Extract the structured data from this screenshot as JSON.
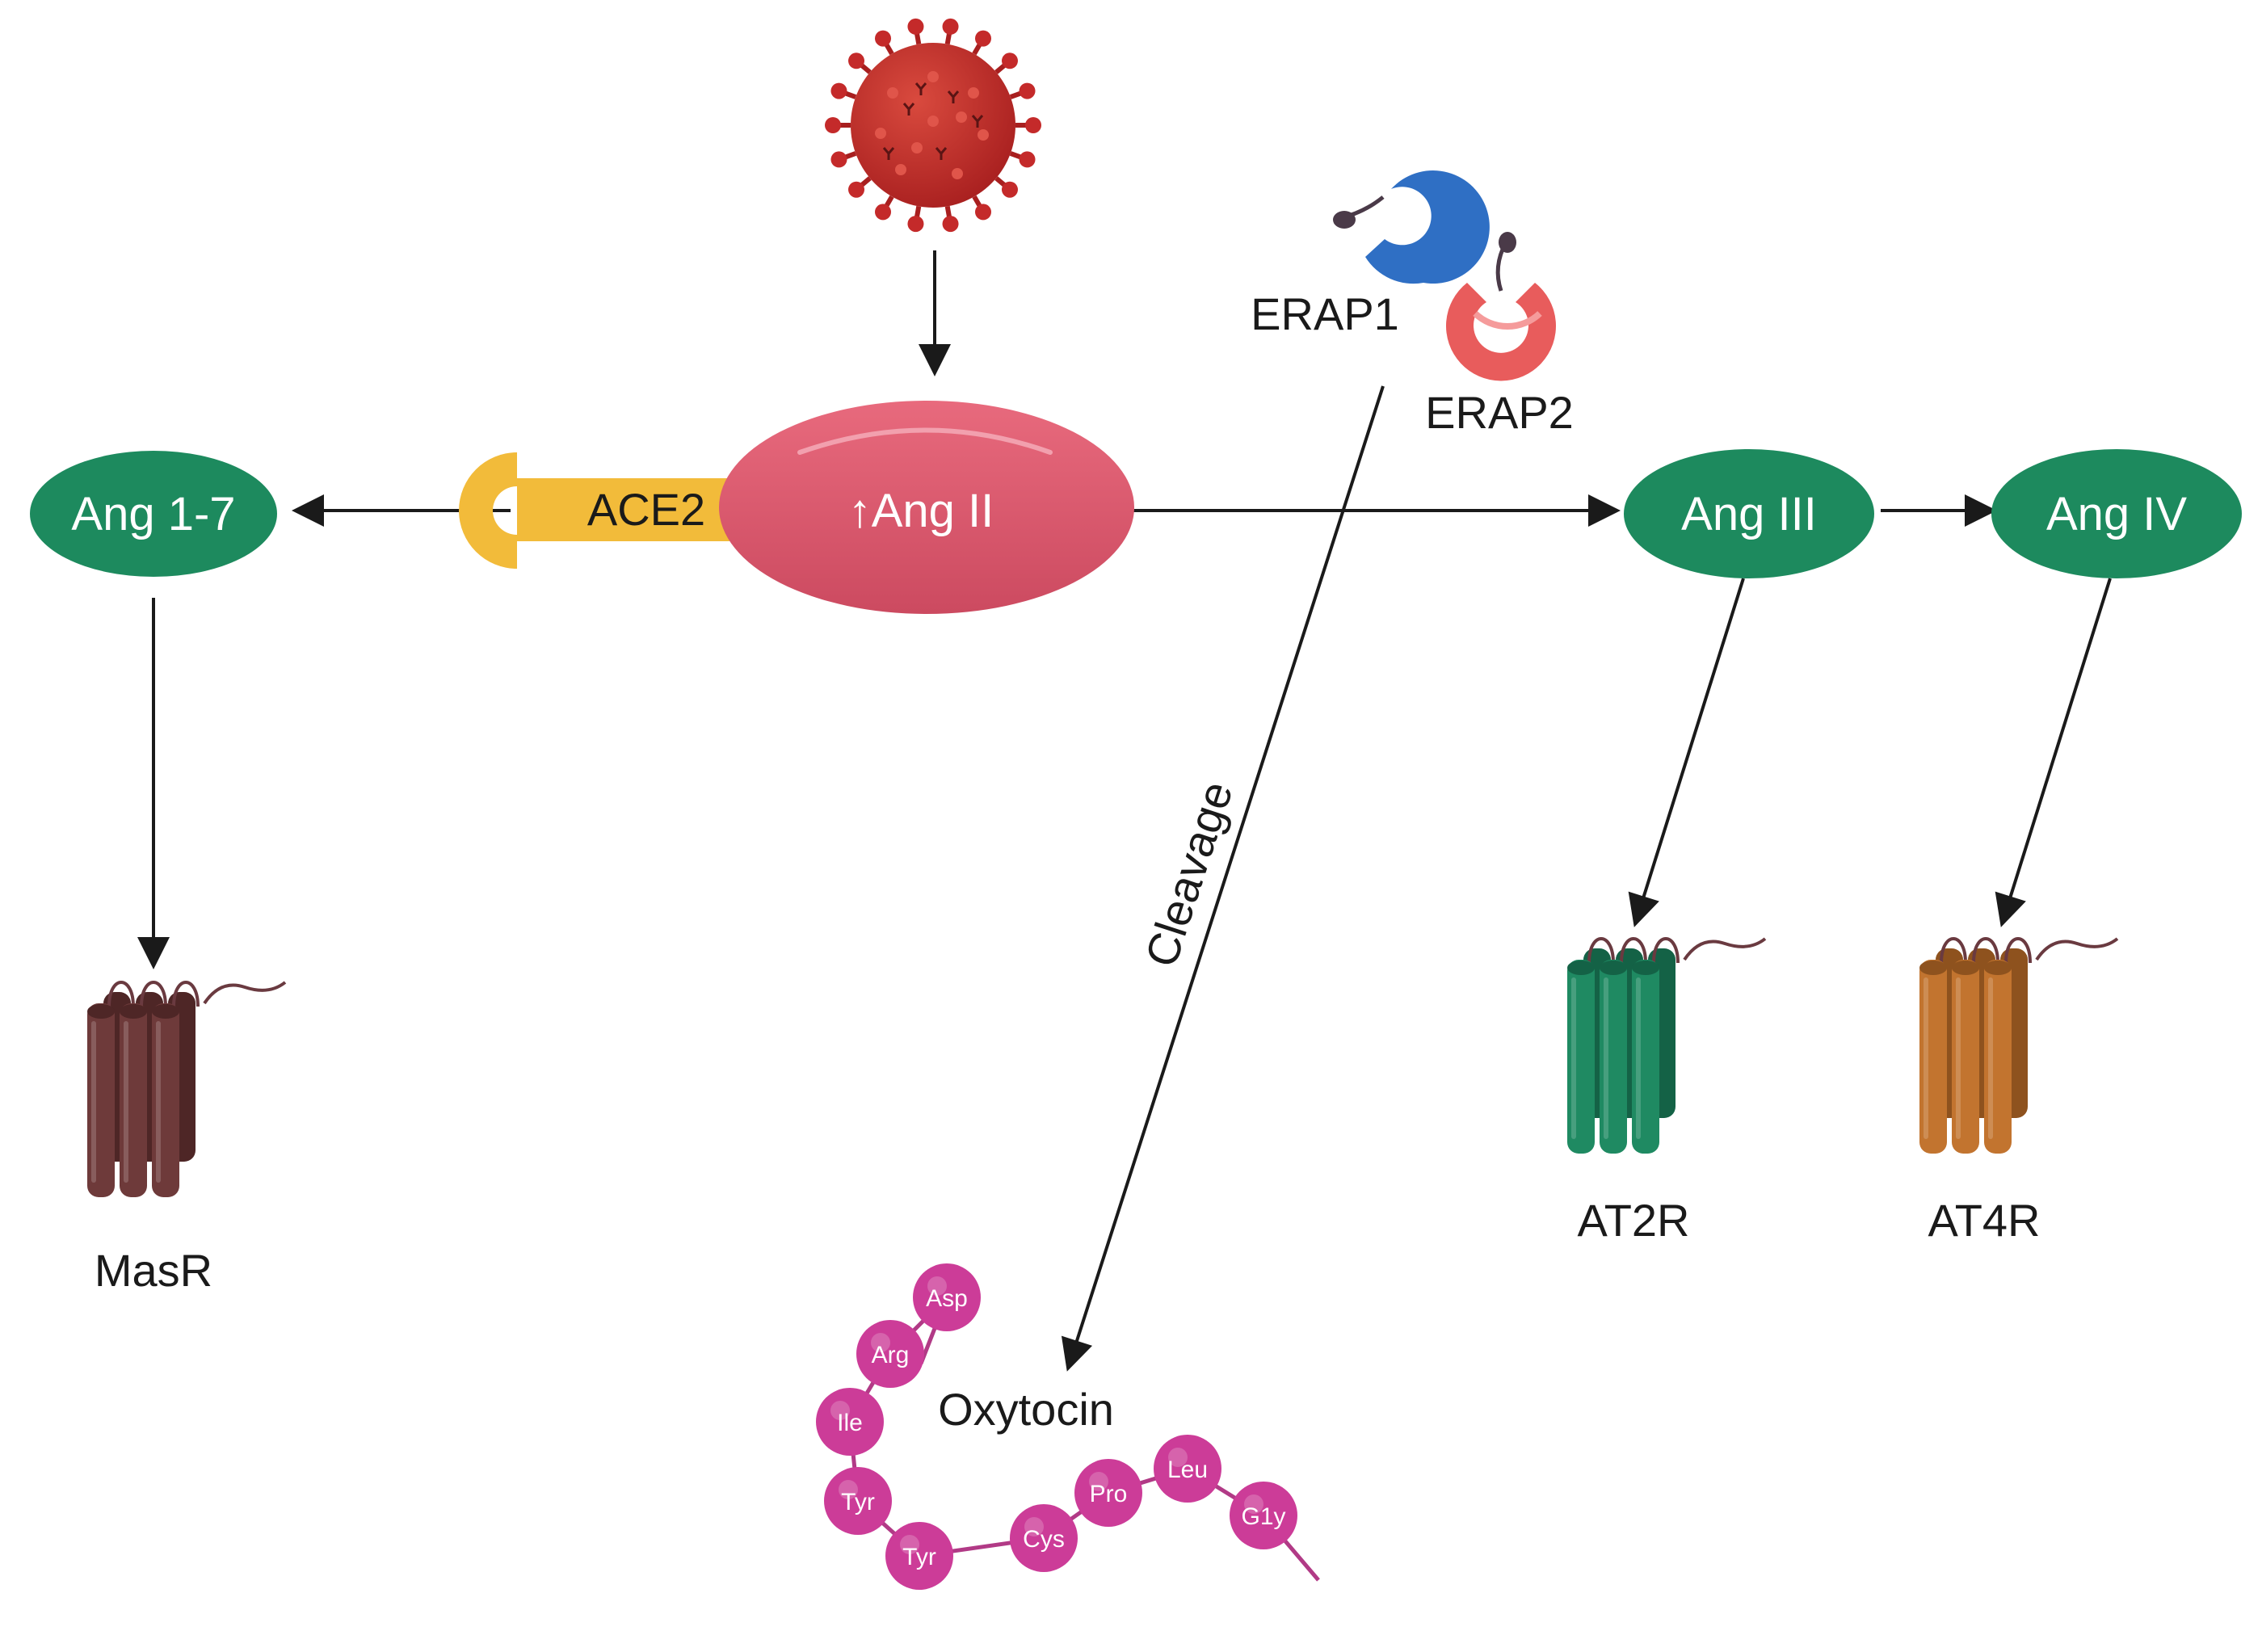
{
  "labels": {
    "ang_ii": "↑Ang II",
    "ace2": "ACE2",
    "ang_1_7": "Ang 1-7",
    "ang_iii": "Ang III",
    "ang_iv": "Ang IV",
    "erap1": "ERAP1",
    "erap2": "ERAP2",
    "cleavage": "Cleavage",
    "masr": "MasR",
    "at2r": "AT2R",
    "at4r": "AT4R",
    "oxytocin": "Oxytocin"
  },
  "oxytocin_residues": [
    "Asp",
    "Arg",
    "Ile",
    "Tyr",
    "Tyr",
    "Cys",
    "Pro",
    "Leu",
    "G1y"
  ],
  "colors": {
    "green_node": "#1d8a5e",
    "ang_ii": "#d6556a",
    "ace2": "#f2bb3a",
    "virus": "#c42a2a",
    "erap1": "#2f6fc4",
    "erap2": "#e85c5c",
    "masr": "#6e3a3a",
    "at2r": "#1f8a62",
    "at4r": "#c2742f",
    "oxytocin": "#cc3c98"
  }
}
